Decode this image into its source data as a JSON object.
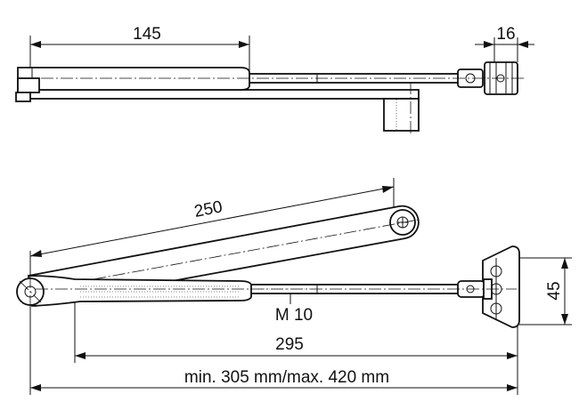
{
  "dimensions": {
    "top_length": "145",
    "top_end": "16",
    "arm_length": "250",
    "bracket_height": "45",
    "thread": "M 10",
    "rod_length": "295",
    "total_range": "min. 305 mm/max. 420 mm"
  }
}
